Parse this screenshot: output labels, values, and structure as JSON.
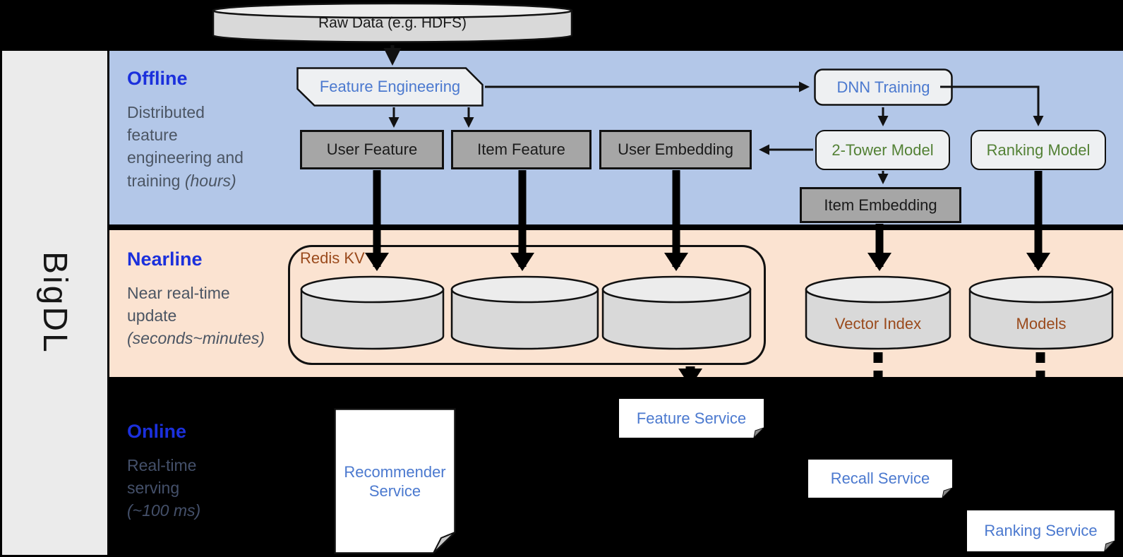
{
  "brand": {
    "label": "BigDL"
  },
  "sections": {
    "offline": {
      "title": "Offline",
      "line1": "Distributed",
      "line2": "feature",
      "line3": "engineering and",
      "line4": "training",
      "line4_italic": "(hours)"
    },
    "nearline": {
      "title": "Nearline",
      "line1": "Near real-time",
      "line2": "update",
      "line3_italic": "(seconds~minutes)"
    },
    "online": {
      "title": "Online",
      "line1": "Real-time",
      "line2": "serving",
      "line3_italic": "(~100 ms)"
    }
  },
  "nodes": {
    "raw_data": "Raw Data (e.g. HDFS)",
    "feature_engineering": "Feature Engineering",
    "dnn_training": "DNN Training",
    "user_feature": "User Feature",
    "item_feature": "Item Feature",
    "user_embedding": "User Embedding",
    "two_tower_model": "2-Tower Model",
    "ranking_model": "Ranking Model",
    "item_embedding": "Item Embedding",
    "redis_kv": "Redis KV",
    "vector_index": "Vector Index",
    "models": "Models",
    "recommender_service": "Recommender Service",
    "feature_service": "Feature Service",
    "recall_service": "Recall Service",
    "ranking_service": "Ranking Service"
  },
  "colors": {
    "background": "#000000",
    "band_offline": "#b3c7e8",
    "band_nearline": "#fbe3d1",
    "sidebar": "#ebebeb",
    "section_title_blue": "#1b30dc",
    "subtitle_gray": "#4b5563",
    "node_text_blue": "#4b79cf",
    "node_text_green": "#538135",
    "node_text_brown": "#9a4a1c",
    "box_gray": "#a6a6a6",
    "box_light": "#eef0f2",
    "cylinder_body": "#d9d9d9",
    "cylinder_top": "#ececec",
    "arrow_black": "#000000"
  }
}
